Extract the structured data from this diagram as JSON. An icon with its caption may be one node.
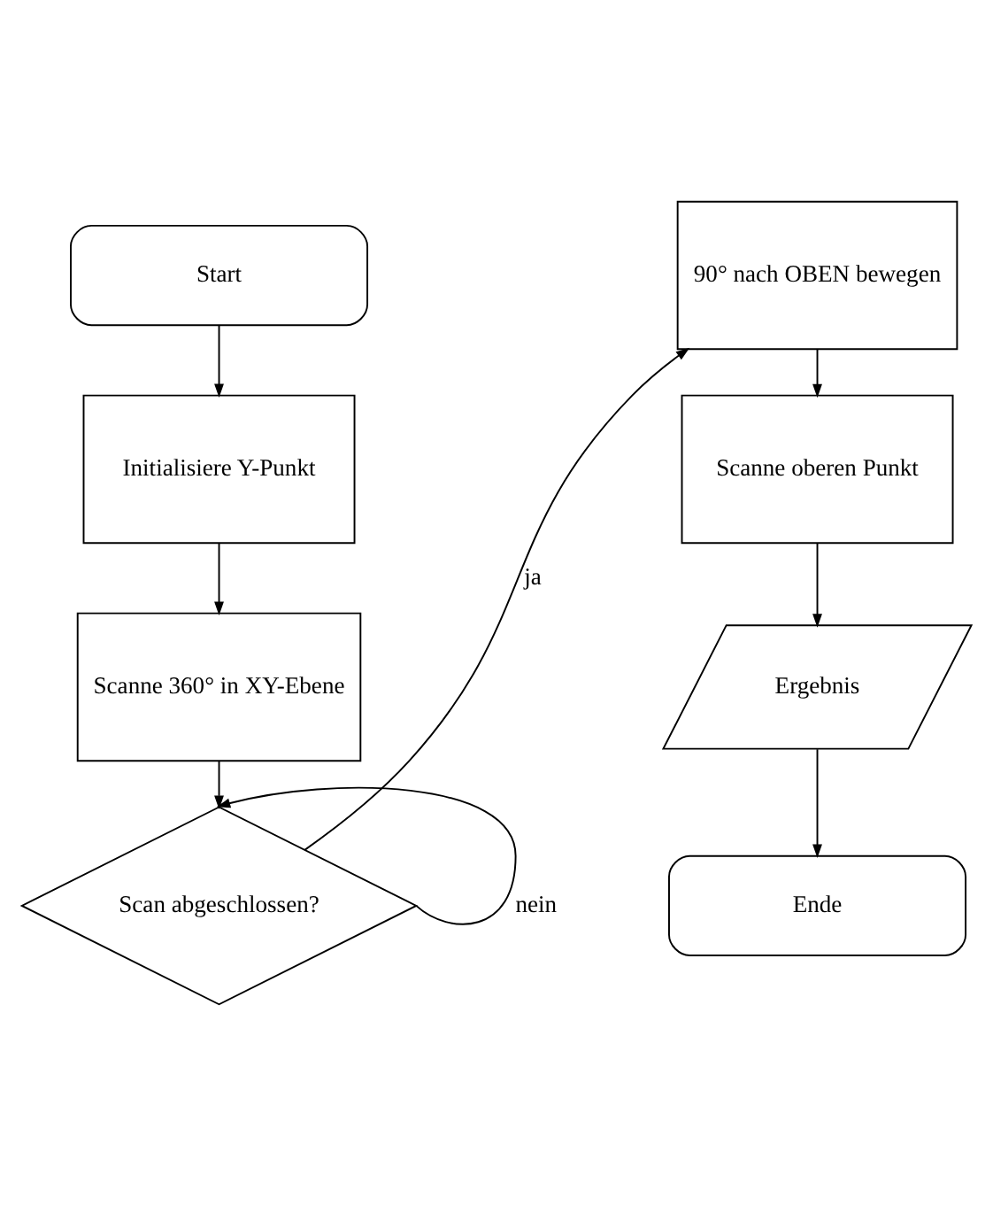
{
  "diagram": {
    "nodes": [
      {
        "text": [
          "Start"
        ]
      },
      {
        "text": [
          "Initialisiere Y-Punkt"
        ]
      },
      {
        "text": [
          "Scanne 360° in XY-Ebene"
        ]
      },
      {
        "text": [
          "Scan abgeschlossen?"
        ]
      },
      {
        "text": [
          "90° nach OBEN bewegen"
        ]
      },
      {
        "text": [
          "Scanne oberen Punkt"
        ]
      },
      {
        "text": [
          "Ergebnis"
        ]
      },
      {
        "text": [
          "Ende"
        ]
      }
    ],
    "edges": [
      {
        "from": 0,
        "to": 1,
        "arrow": "to"
      },
      {
        "from": 1,
        "to": 2,
        "arrow": "to"
      },
      {
        "from": 2,
        "to": 3,
        "arrow": "to"
      },
      {
        "from": 3,
        "to": 3,
        "arrow": "to",
        "label": "nein"
      },
      {
        "from": 3,
        "to": 4,
        "arrow": "to",
        "label": "ja"
      },
      {
        "from": 4,
        "to": 5,
        "arrow": "to"
      },
      {
        "from": 5,
        "to": 6,
        "arrow": "to"
      },
      {
        "from": 6,
        "to": 7,
        "arrow": "to"
      }
    ]
  }
}
